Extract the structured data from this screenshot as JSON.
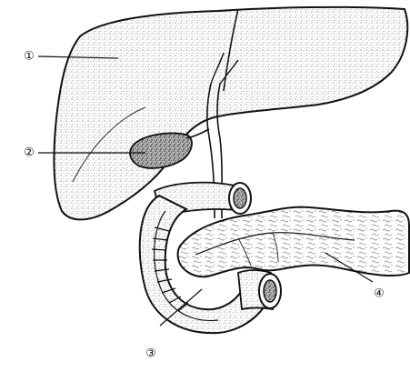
{
  "labels": {
    "marker_1": "①",
    "marker_2": "②",
    "marker_3": "③",
    "marker_4": "④"
  }
}
